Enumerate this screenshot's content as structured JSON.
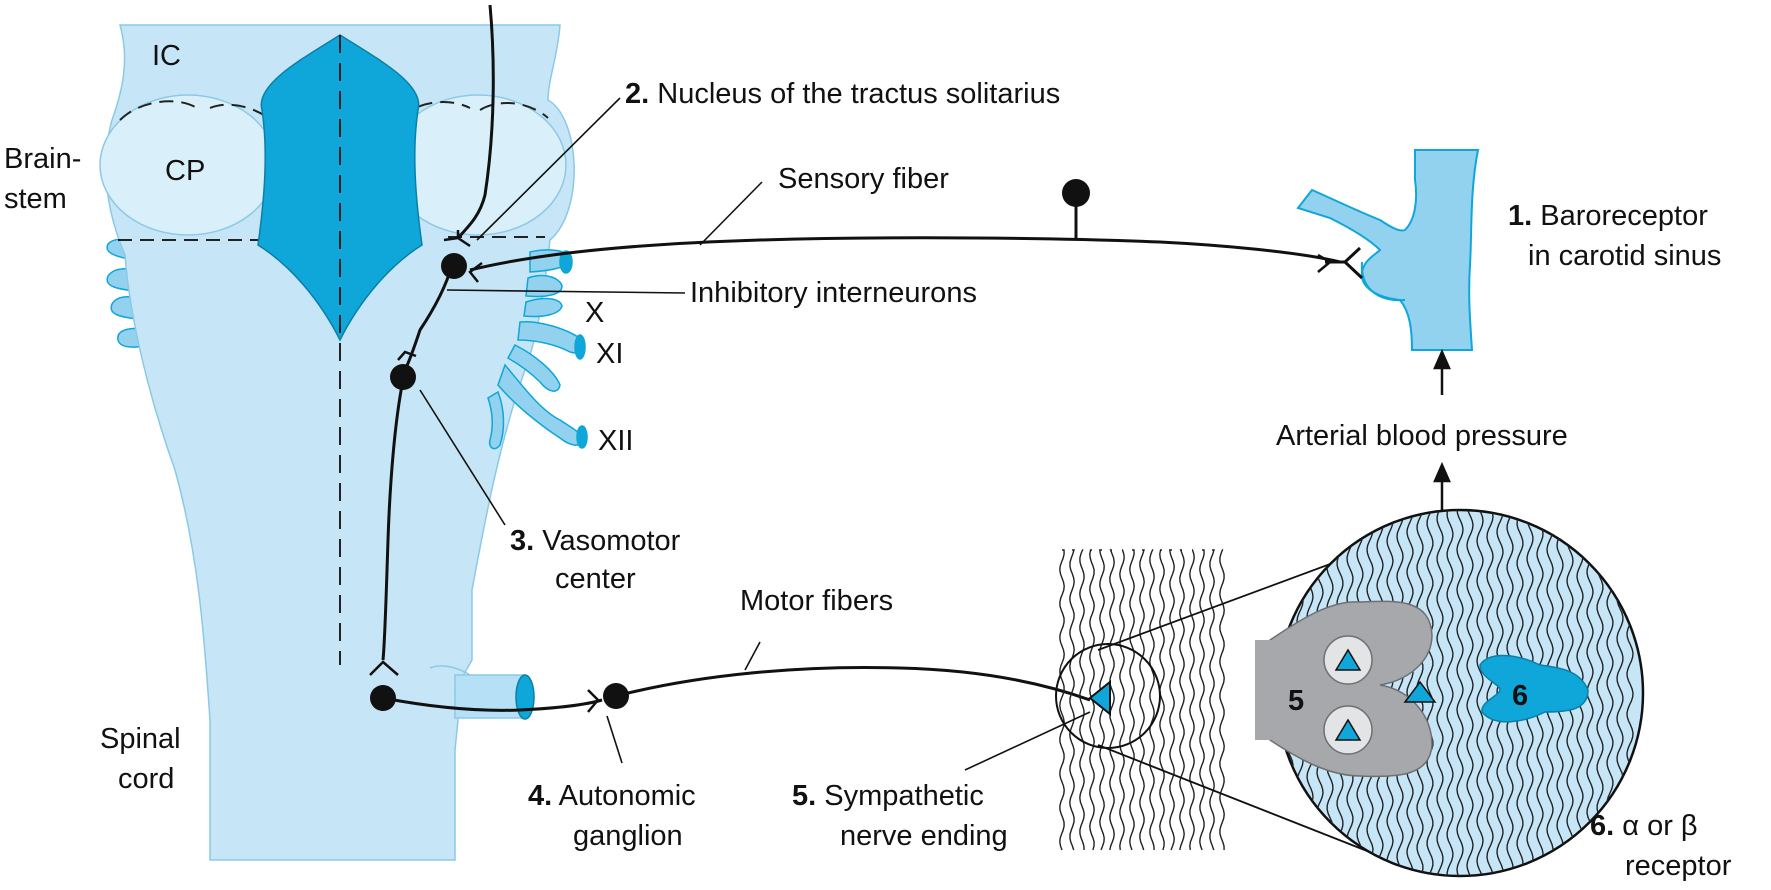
{
  "brainstem": {
    "ic": "IC",
    "cp": "CP",
    "label_line1": "Brain-",
    "label_line2": "stem"
  },
  "spinal_cord": {
    "line1": "Spinal",
    "line2": "cord"
  },
  "nerves": {
    "x": "X",
    "xi": "XI",
    "xii": "XII"
  },
  "labels": {
    "l1": {
      "num": "1.",
      "line1": "Baroreceptor",
      "line2": "in carotid sinus"
    },
    "l2": {
      "num": "2.",
      "text": "Nucleus of the tractus solitarius"
    },
    "l3": {
      "num": "3.",
      "line1": "Vasomotor",
      "line2": "center"
    },
    "l4": {
      "num": "4.",
      "line1": "Autonomic",
      "line2": "ganglion"
    },
    "l5": {
      "num": "5.",
      "line1": "Sympathetic",
      "line2": "nerve ending"
    },
    "l6": {
      "num": "6.",
      "line1": "α or β",
      "line2": "receptor"
    },
    "sensory_fiber": "Sensory fiber",
    "inhibitory": "Inhibitory interneurons",
    "motor_fibers": "Motor fibers",
    "arterial_bp": "Arterial blood pressure"
  },
  "inset": {
    "five": "5",
    "six": "6"
  },
  "colors": {
    "light_blue": "#c6e6f7",
    "medium_blue": "#92d2ef",
    "bright_blue": "#0fa6d9",
    "gray": "#a6a8ab",
    "line": "#111111"
  }
}
